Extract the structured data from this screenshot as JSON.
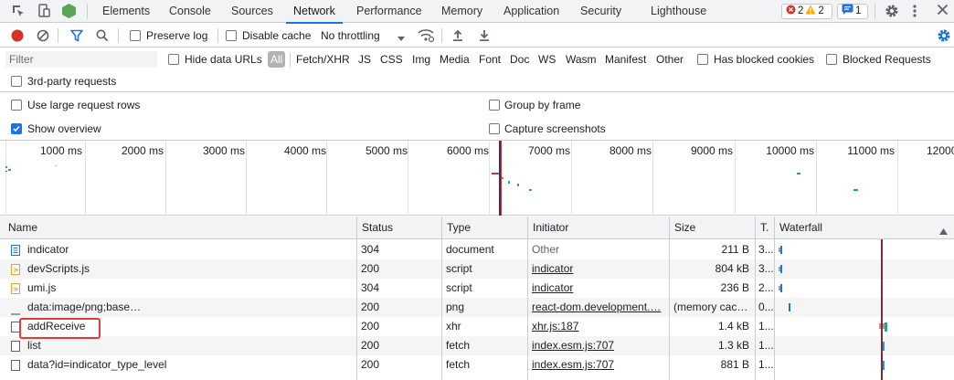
{
  "tabs": {
    "items": [
      "Elements",
      "Console",
      "Sources",
      "Network",
      "Performance",
      "Memory",
      "Application",
      "Security",
      "Lighthouse"
    ],
    "active": "Network"
  },
  "badges": {
    "errors": "2",
    "warnings": "2",
    "messages": "1"
  },
  "toolbar": {
    "preserve_log": "Preserve log",
    "disable_cache": "Disable cache",
    "throttling": "No throttling"
  },
  "filter": {
    "placeholder": "Filter",
    "hide_data_urls": "Hide data URLs",
    "types": [
      "All",
      "Fetch/XHR",
      "JS",
      "CSS",
      "Img",
      "Media",
      "Font",
      "Doc",
      "WS",
      "Wasm",
      "Manifest",
      "Other"
    ],
    "has_blocked_cookies": "Has blocked cookies",
    "blocked_requests": "Blocked Requests",
    "third_party": "3rd-party requests"
  },
  "settings": {
    "large_rows": "Use large request rows",
    "group_by_frame": "Group by frame",
    "show_overview": "Show overview",
    "capture_screenshots": "Capture screenshots"
  },
  "overview": {
    "ticks": [
      "1000 ms",
      "2000 ms",
      "3000 ms",
      "4000 ms",
      "5000 ms",
      "6000 ms",
      "7000 ms",
      "8000 ms",
      "9000 ms",
      "10000 ms",
      "11000 ms",
      "12000"
    ]
  },
  "table": {
    "headers": {
      "name": "Name",
      "status": "Status",
      "type": "Type",
      "initiator": "Initiator",
      "size": "Size",
      "time": "T.",
      "waterfall": "Waterfall"
    },
    "rows": [
      {
        "name": "indicator",
        "status": "304",
        "type": "document",
        "initiator": "Other",
        "size": "211 B",
        "time": "3...",
        "icon": "document-icon"
      },
      {
        "name": "devScripts.js",
        "status": "200",
        "type": "script",
        "initiator": "indicator",
        "size": "804 kB",
        "time": "3...",
        "icon": "script-icon"
      },
      {
        "name": "umi.js",
        "status": "304",
        "type": "script",
        "initiator": "indicator",
        "size": "236 B",
        "time": "2...",
        "icon": "script-icon"
      },
      {
        "name": "data:image/png;base…",
        "status": "200",
        "type": "png",
        "initiator": "react-dom.development.…",
        "size": "(memory cac…",
        "time": "0...",
        "icon": "image-icon"
      },
      {
        "name": "addReceive",
        "status": "200",
        "type": "xhr",
        "initiator": "xhr.js:187",
        "size": "1.4 kB",
        "time": "1...",
        "icon": "blank-file-icon"
      },
      {
        "name": "list",
        "status": "200",
        "type": "fetch",
        "initiator": "index.esm.js:707",
        "size": "1.3 kB",
        "time": "1...",
        "icon": "blank-file-icon"
      },
      {
        "name": "data?id=indicator_type_level",
        "status": "200",
        "type": "fetch",
        "initiator": "index.esm.js:707",
        "size": "881 B",
        "time": "1...",
        "icon": "blank-file-icon"
      }
    ]
  },
  "colors": {
    "accent": "#1a73e8",
    "record": "#d93025",
    "highlight": "#e53935"
  }
}
